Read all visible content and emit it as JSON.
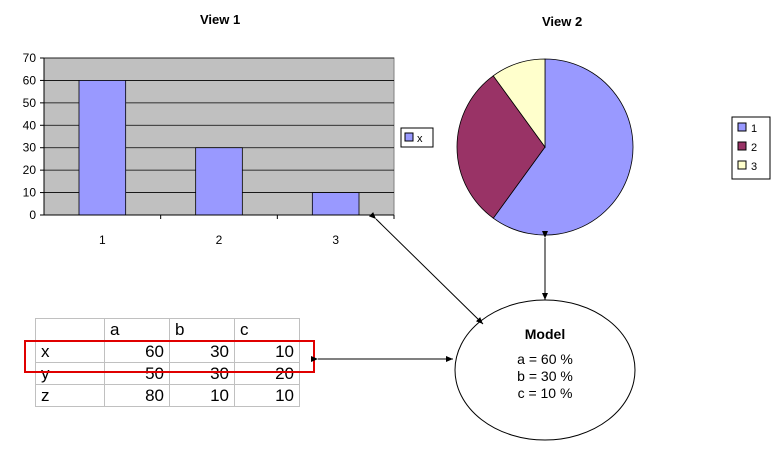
{
  "views": {
    "view1_title": "View 1",
    "view2_title": "View 2"
  },
  "chart_data": [
    {
      "type": "bar",
      "categories": [
        "1",
        "2",
        "3"
      ],
      "series": [
        {
          "name": "x",
          "values": [
            60,
            30,
            10
          ]
        }
      ],
      "ylim": [
        0,
        70
      ],
      "yticks": [
        "0",
        "10",
        "20",
        "30",
        "40",
        "50",
        "60",
        "70"
      ],
      "grid": true,
      "legend": "right",
      "plot_bg": "#c0c0c0",
      "bar_color": "#9999ff"
    },
    {
      "type": "pie",
      "labels": [
        "1",
        "2",
        "3"
      ],
      "values": [
        60,
        30,
        10
      ],
      "colors": [
        "#9999ff",
        "#993366",
        "#ffffcc"
      ],
      "legend": "right"
    }
  ],
  "table": {
    "headers": [
      "",
      "a",
      "b",
      "c"
    ],
    "rows": [
      {
        "label": "x",
        "values": [
          "60",
          "30",
          "10"
        ]
      },
      {
        "label": "y",
        "values": [
          "50",
          "30",
          "20"
        ]
      },
      {
        "label": "z",
        "values": [
          "80",
          "10",
          "10"
        ]
      }
    ],
    "highlight_color": "#e00000"
  },
  "model": {
    "title": "Model",
    "lines": [
      "a = 60 %",
      "b = 30 %",
      "c = 10 %"
    ]
  }
}
